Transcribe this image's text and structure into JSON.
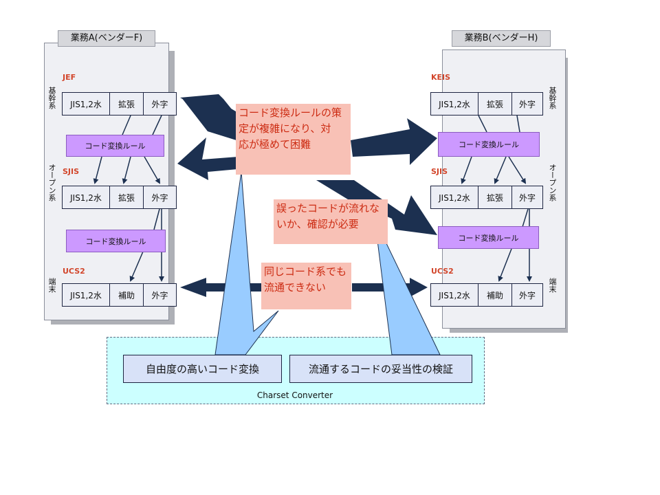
{
  "left": {
    "title": "業務A(ベンダーF)",
    "codes": {
      "top": "JEF",
      "mid": "SJIS",
      "bot": "UCS2"
    },
    "tiers": {
      "top": "基幹系",
      "mid": "オープン系",
      "bot": "端末"
    },
    "rows": {
      "top": [
        "JIS1,2水",
        "拡張",
        "外字"
      ],
      "mid": [
        "JIS1,2水",
        "拡張",
        "外字"
      ],
      "bot": [
        "JIS1,2水",
        "補助",
        "外字"
      ]
    },
    "rule_label": "コード変換ルール"
  },
  "right": {
    "title": "業務B(ベンダーH)",
    "codes": {
      "top": "KEIS",
      "mid": "SJIS",
      "bot": "UCS2"
    },
    "tiers": {
      "top": "基幹系",
      "mid": "オープン系",
      "bot": "端末"
    },
    "rows": {
      "top": [
        "JIS1,2水",
        "拡張",
        "外字"
      ],
      "mid": [
        "JIS1,2水",
        "拡張",
        "外字"
      ],
      "bot": [
        "JIS1,2水",
        "補助",
        "外字"
      ]
    },
    "rule_label": "コード変換ルール"
  },
  "callouts": {
    "rules": [
      "コード変換ルールの策",
      "定が複雑になり、対",
      "応が極めて困難"
    ],
    "verify": [
      "誤ったコードが流れな",
      "いか、確認が必要"
    ],
    "flow": [
      "同じコード系でも",
      "流通できない"
    ]
  },
  "converter": {
    "label": "Charset Converter",
    "box1": "自由度の高いコード変換",
    "box2": "流通するコードの妥当性の検証"
  },
  "colors": {
    "arrow_navy": "#1c3050",
    "callout_fill": "#f8c1b6",
    "callout_text": "#cc2b12",
    "rule_fill": "#cc99ff",
    "converter_fill": "#ccffff",
    "pointer_fill": "#99ccff"
  }
}
